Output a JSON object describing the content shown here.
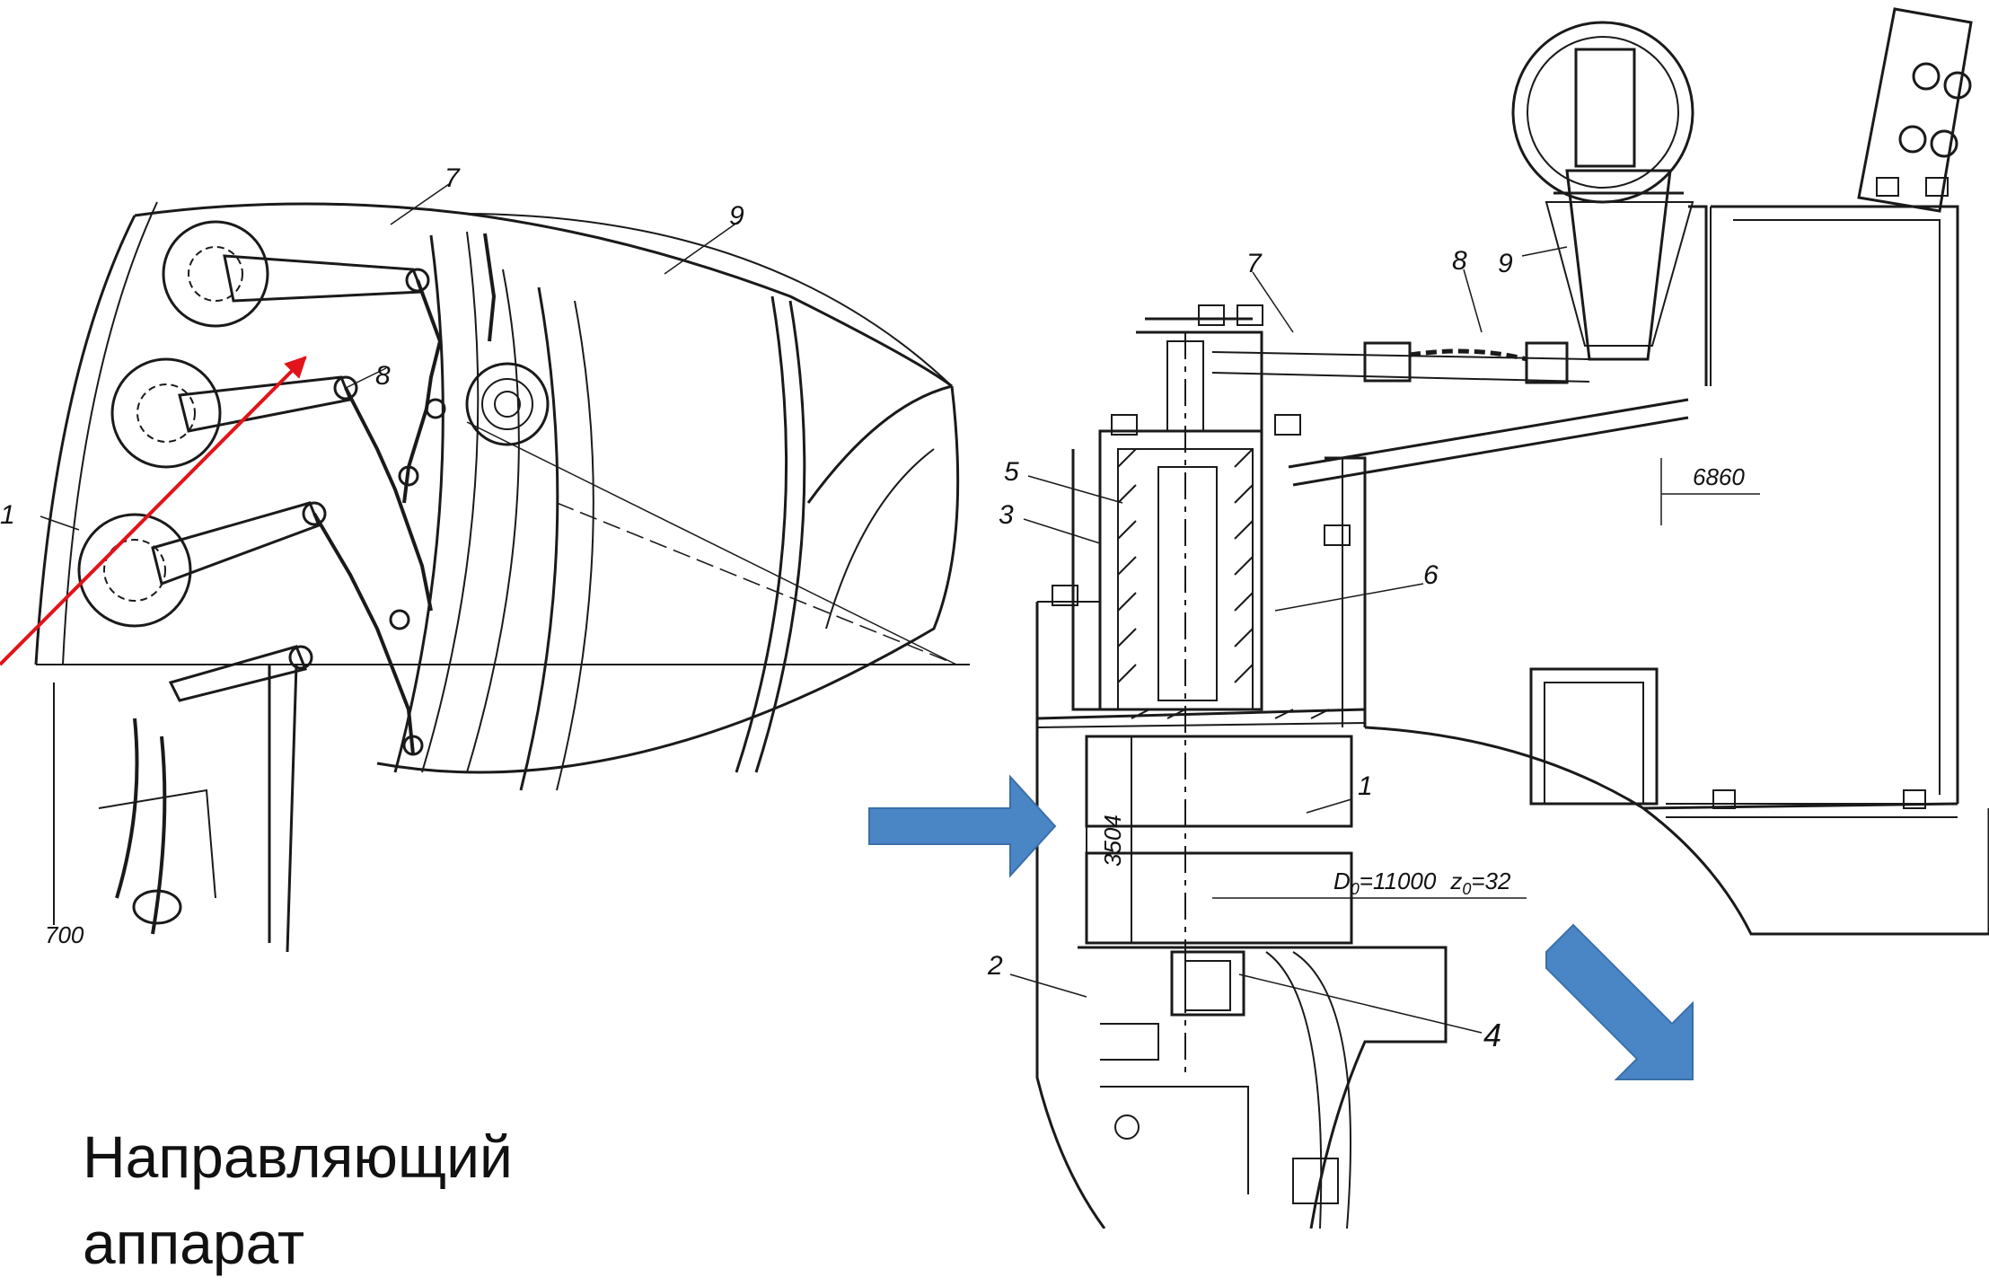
{
  "caption": "Направляющий\nаппарат",
  "colors": {
    "drawing": "#1a1a1a",
    "pointer_arrow": "#e0141a",
    "flow_arrow": "#4a86c6",
    "flow_arrow_outline": "#3a6fa8"
  },
  "left_drawing": {
    "labels": [
      "7",
      "9",
      "8",
      "1"
    ],
    "dimension_text": "700"
  },
  "right_drawing": {
    "labels": [
      "7",
      "8",
      "9",
      "5",
      "3",
      "6",
      "1",
      "2",
      "4"
    ],
    "dimension_top": "6860",
    "dimension_vertical": "3504",
    "spec_d": "D",
    "spec_d_sub": "0",
    "spec_d_value": "=11000",
    "spec_z": "z",
    "spec_z_sub": "0",
    "spec_z_value": "=32"
  },
  "icons": [
    "red-pointer-arrow",
    "flow-in-arrow",
    "flow-out-arrow"
  ]
}
